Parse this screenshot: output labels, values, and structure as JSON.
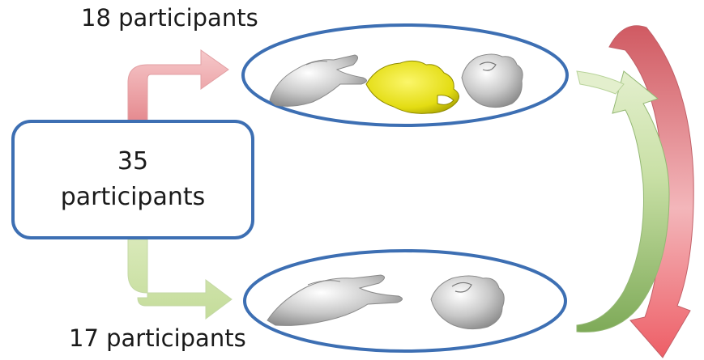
{
  "groups": {
    "total": {
      "count": "35",
      "unit": "participants"
    },
    "top": {
      "label": "18 participants"
    },
    "bottom": {
      "label": "17 participants"
    }
  },
  "colors": {
    "outline_blue": "#3d6fb3",
    "arrow_red": "#e8878f",
    "arrow_green": "#c6dd9f",
    "arc_red": "#c0474f",
    "arc_green": "#8fb86a",
    "virtual_hand_yellow": "#e6e01a",
    "hand_gray": "#b8b8b8"
  },
  "icons": {
    "top_condition": [
      "open-hand-icon",
      "virtual-yellow-hand-icon",
      "closed-hand-icon"
    ],
    "bottom_condition": [
      "open-hand-icon",
      "closed-hand-icon"
    ],
    "arrows": [
      "split-arrow-up-icon",
      "split-arrow-down-icon",
      "crossover-arrow-down-icon",
      "crossover-arrow-up-icon"
    ]
  }
}
